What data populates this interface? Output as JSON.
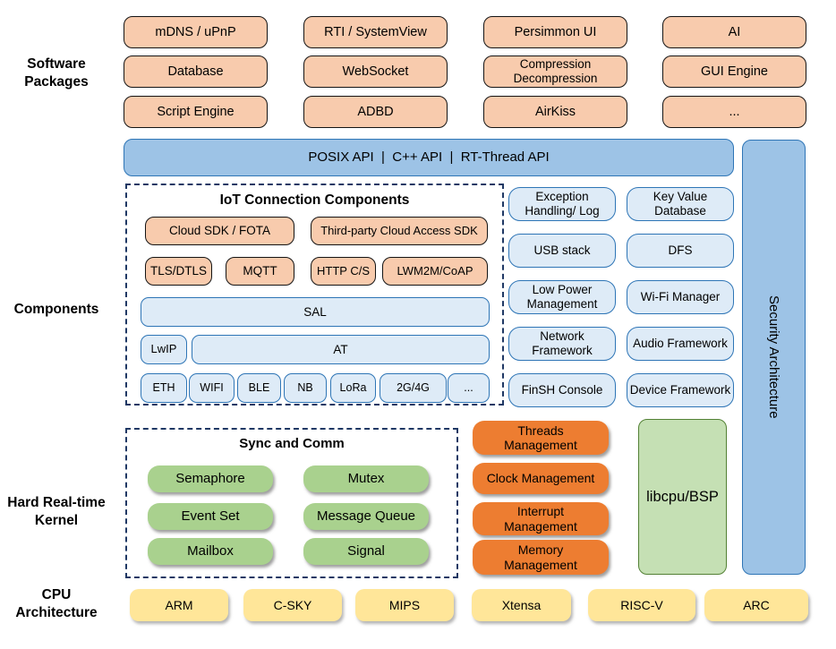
{
  "labels": {
    "software_packages": "Software Packages",
    "components": "Components",
    "kernel": "Hard Real-time Kernel",
    "cpu": "CPU Architecture"
  },
  "software_packages": {
    "items": [
      "mDNS / uPnP",
      "RTI / SystemView",
      "Persimmon UI",
      "AI",
      "Database",
      "WebSocket",
      "Compression Decompression",
      "GUI Engine",
      "Script Engine",
      "ADBD",
      "AirKiss",
      "..."
    ]
  },
  "api_bar": {
    "text": "POSIX API  |  C++ API  |  RT-Thread API"
  },
  "security_bar": {
    "text": "Security Architecture"
  },
  "components": {
    "iot": {
      "title": "IoT Connection Components",
      "cloud_sdk": "Cloud SDK / FOTA",
      "third_party": "Third-party Cloud Access SDK",
      "tls": "TLS/DTLS",
      "mqtt": "MQTT",
      "http": "HTTP C/S",
      "lwm2m": "LWM2M/CoAP",
      "sal": "SAL",
      "lwip": "LwIP",
      "at": "AT",
      "links": [
        "ETH",
        "WIFI",
        "BLE",
        "NB",
        "LoRa",
        "2G/4G",
        "..."
      ]
    },
    "services": [
      "Exception Handling/ Log",
      "Key Value Database",
      "USB stack",
      "DFS",
      "Low Power Management",
      "Wi-Fi Manager",
      "Network Framework",
      "Audio Framework",
      "FinSH Console",
      "Device Framework"
    ]
  },
  "kernel": {
    "sync_comm": {
      "title": "Sync and Comm",
      "items": [
        "Semaphore",
        "Mutex",
        "Event Set",
        "Message Queue",
        "Mailbox",
        "Signal"
      ]
    },
    "management": [
      "Threads Management",
      "Clock Management",
      "Interrupt Management",
      "Memory Management"
    ],
    "libcpu": "libcpu/BSP"
  },
  "cpu": {
    "items": [
      "ARM",
      "C-SKY",
      "MIPS",
      "Xtensa",
      "RISC-V",
      "ARC"
    ]
  },
  "colors": {
    "package_fill": "#F8CBAD",
    "api_bar_fill": "#9DC3E6",
    "component_fill": "#DEEBF7",
    "component_border": "#2E75B6",
    "kernel_green": "#A9D18E",
    "management_orange": "#ED7D31",
    "libcpu_green": "#C5E0B4",
    "cpu_yellow": "#FFE699",
    "dashed_border": "#1F3864"
  }
}
